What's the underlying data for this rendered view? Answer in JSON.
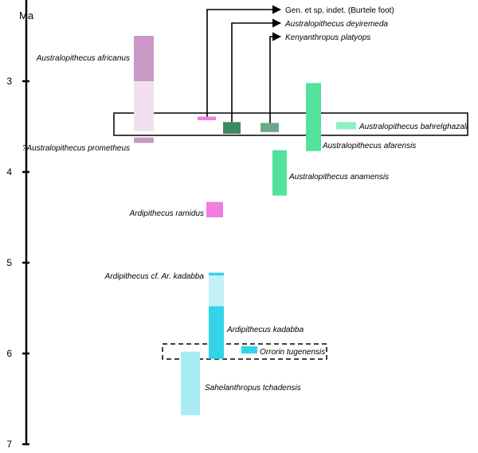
{
  "chart_data": {
    "type": "range",
    "ylabel": "Ma",
    "ylim": [
      1.7,
      7
    ],
    "yticks": [
      3,
      4,
      5,
      6,
      7
    ],
    "colors": {
      "pink_dark": "#c998c4",
      "pink_light": "#f3dff0",
      "magenta": "#f07ee0",
      "green": "#53e29b",
      "green_light": "#8ff0c6",
      "green_dark": "#3e8a62",
      "green_mid": "#6aa888",
      "cyan": "#33d3e8",
      "cyan_light": "#c3f1f7",
      "cyan_faint": "#a9ebf4"
    },
    "taxa": [
      {
        "key": "africanus",
        "label": "Australopithecus africanus",
        "segments": [
          {
            "from": 2.5,
            "to": 3.0,
            "color": "pink_dark"
          },
          {
            "from": 3.0,
            "to": 3.55,
            "color": "pink_light"
          }
        ]
      },
      {
        "key": "prometheus",
        "label": "?Australopithecus prometheus",
        "segments": [
          {
            "from": 3.62,
            "to": 3.68,
            "color": "pink_dark"
          }
        ]
      },
      {
        "key": "burtele",
        "label": "Gen. et sp. indet. (Burtele foot)",
        "segments": [
          {
            "from": 3.39,
            "to": 3.43,
            "color": "magenta"
          }
        ]
      },
      {
        "key": "deyiremeda",
        "label": "Australopithecus deyiremeda",
        "segments": [
          {
            "from": 3.45,
            "to": 3.58,
            "color": "green_dark"
          }
        ]
      },
      {
        "key": "platyops",
        "label": "Kenyanthropus platyops",
        "segments": [
          {
            "from": 3.46,
            "to": 3.56,
            "color": "green_mid"
          }
        ]
      },
      {
        "key": "afarensis",
        "label": "Australopithecus afarensis",
        "segments": [
          {
            "from": 3.02,
            "to": 3.77,
            "color": "green"
          }
        ]
      },
      {
        "key": "bahrelghazali",
        "label": "Australopithecus bahrelghazali",
        "segments": [
          {
            "from": 3.45,
            "to": 3.53,
            "color": "green_light"
          }
        ]
      },
      {
        "key": "anamensis",
        "label": "Australopithecus anamensis",
        "segments": [
          {
            "from": 3.76,
            "to": 4.26,
            "color": "green"
          }
        ]
      },
      {
        "key": "ramidus",
        "label": "Ardipithecus ramidus",
        "segments": [
          {
            "from": 4.33,
            "to": 4.5,
            "color": "magenta"
          }
        ]
      },
      {
        "key": "cf_kadabba",
        "label": "Ardipithecus cf. Ar. kadabba",
        "segments": [
          {
            "from": 5.11,
            "to": 5.14,
            "color": "cyan"
          }
        ]
      },
      {
        "key": "kadabba",
        "label": "Ardipithecus kadabba",
        "segments": [
          {
            "from": 5.14,
            "to": 5.48,
            "color": "cyan_light"
          },
          {
            "from": 5.48,
            "to": 6.06,
            "color": "cyan"
          }
        ]
      },
      {
        "key": "tugenensis",
        "label": "Orrorin tugenensis",
        "segments": [
          {
            "from": 5.92,
            "to": 6.0,
            "color": "cyan"
          }
        ]
      },
      {
        "key": "tchadensis",
        "label": "Sahelanthropus tchadensis",
        "segments": [
          {
            "from": 5.98,
            "to": 6.68,
            "color": "cyan_faint"
          }
        ]
      }
    ]
  }
}
